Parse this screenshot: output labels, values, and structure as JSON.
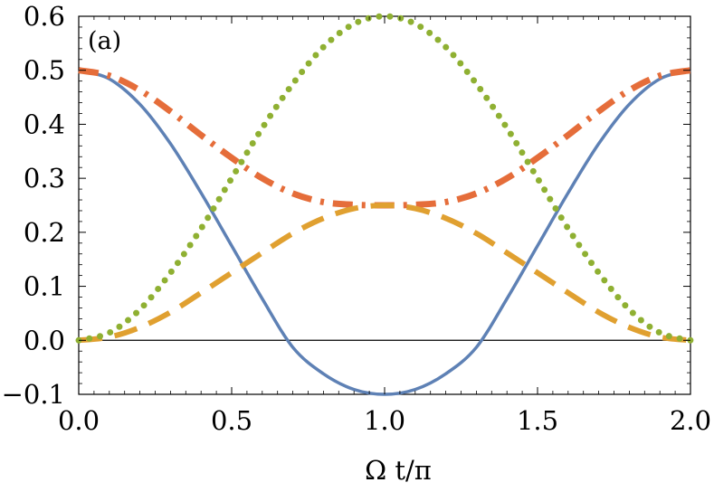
{
  "chart_data": {
    "type": "line",
    "panel_label": "(a)",
    "xlabel": "Ω t/π",
    "ylabel": "",
    "xlim": [
      0.0,
      2.0
    ],
    "ylim": [
      -0.1,
      0.6
    ],
    "x_ticks": [
      0.0,
      0.5,
      1.0,
      1.5,
      2.0
    ],
    "x_tick_labels": [
      "0.0",
      "0.5",
      "1.0",
      "1.5",
      "2.0"
    ],
    "y_ticks": [
      -0.1,
      0.0,
      0.1,
      0.2,
      0.3,
      0.4,
      0.5,
      0.6
    ],
    "y_tick_labels": [
      "−0.1",
      "0.0",
      "0.1",
      "0.2",
      "0.3",
      "0.4",
      "0.5",
      "0.6"
    ],
    "grid": false,
    "legend": "none",
    "zero_line": 0.0,
    "x": [
      0.0,
      0.1,
      0.2,
      0.3,
      0.4,
      0.5,
      0.6,
      0.7,
      0.8,
      0.9,
      1.0,
      1.1,
      1.2,
      1.3,
      1.4,
      1.5,
      1.6,
      1.7,
      1.8,
      1.9,
      2.0
    ],
    "series": [
      {
        "color": "#5e81b5",
        "style": "solid",
        "values": [
          0.5,
          0.484,
          0.437,
          0.364,
          0.273,
          0.175,
          0.077,
          -0.013,
          -0.062,
          -0.091,
          -0.1,
          -0.091,
          -0.062,
          -0.013,
          0.077,
          0.175,
          0.273,
          0.364,
          0.437,
          0.484,
          0.5
        ]
      },
      {
        "color": "#e56d3a",
        "style": "dash-dot",
        "values": [
          0.5,
          0.49,
          0.463,
          0.424,
          0.38,
          0.338,
          0.3,
          0.272,
          0.256,
          0.251,
          0.25,
          0.251,
          0.256,
          0.272,
          0.3,
          0.338,
          0.38,
          0.424,
          0.463,
          0.49,
          0.5
        ]
      },
      {
        "color": "#e0a030",
        "style": "dashed",
        "values": [
          0.0,
          0.006,
          0.024,
          0.052,
          0.088,
          0.125,
          0.162,
          0.198,
          0.226,
          0.244,
          0.25,
          0.244,
          0.226,
          0.198,
          0.162,
          0.125,
          0.088,
          0.052,
          0.024,
          0.006,
          0.0
        ]
      },
      {
        "color": "#8fb032",
        "style": "dotted",
        "values": [
          0.0,
          0.014,
          0.057,
          0.125,
          0.207,
          0.3,
          0.393,
          0.475,
          0.543,
          0.586,
          0.6,
          0.586,
          0.543,
          0.475,
          0.393,
          0.3,
          0.207,
          0.125,
          0.057,
          0.014,
          0.0
        ]
      }
    ]
  }
}
